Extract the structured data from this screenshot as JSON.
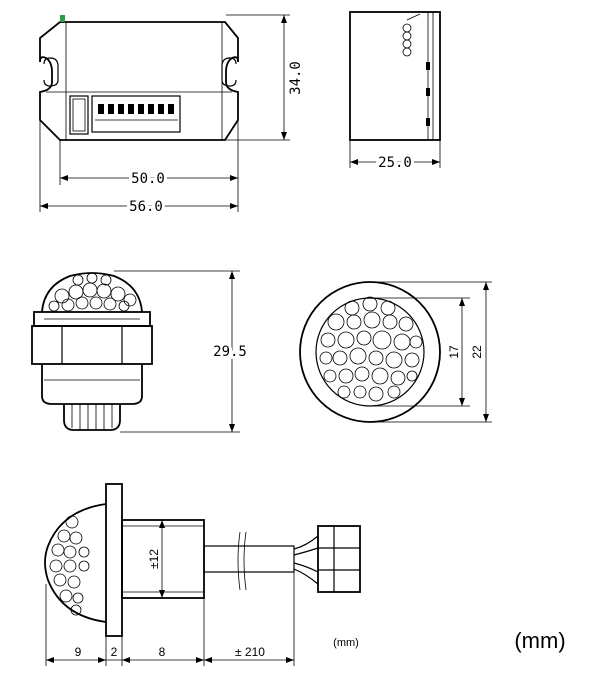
{
  "module": {
    "width_overall": "56.0",
    "width_body": "50.0",
    "height": "34.0",
    "depth": "25.0"
  },
  "sensor": {
    "height": "29.5",
    "lens_inner": "17",
    "lens_outer": "22"
  },
  "side_view": {
    "diameter": "±12",
    "seg_lens": "9",
    "seg_flange": "2",
    "seg_body": "8",
    "seg_cable": "± 210"
  },
  "units": {
    "small": "(mm)",
    "large": "(mm)"
  },
  "colors": {
    "line": "#000000",
    "background": "#ffffff",
    "accent_mark": "#2e9d4a"
  }
}
